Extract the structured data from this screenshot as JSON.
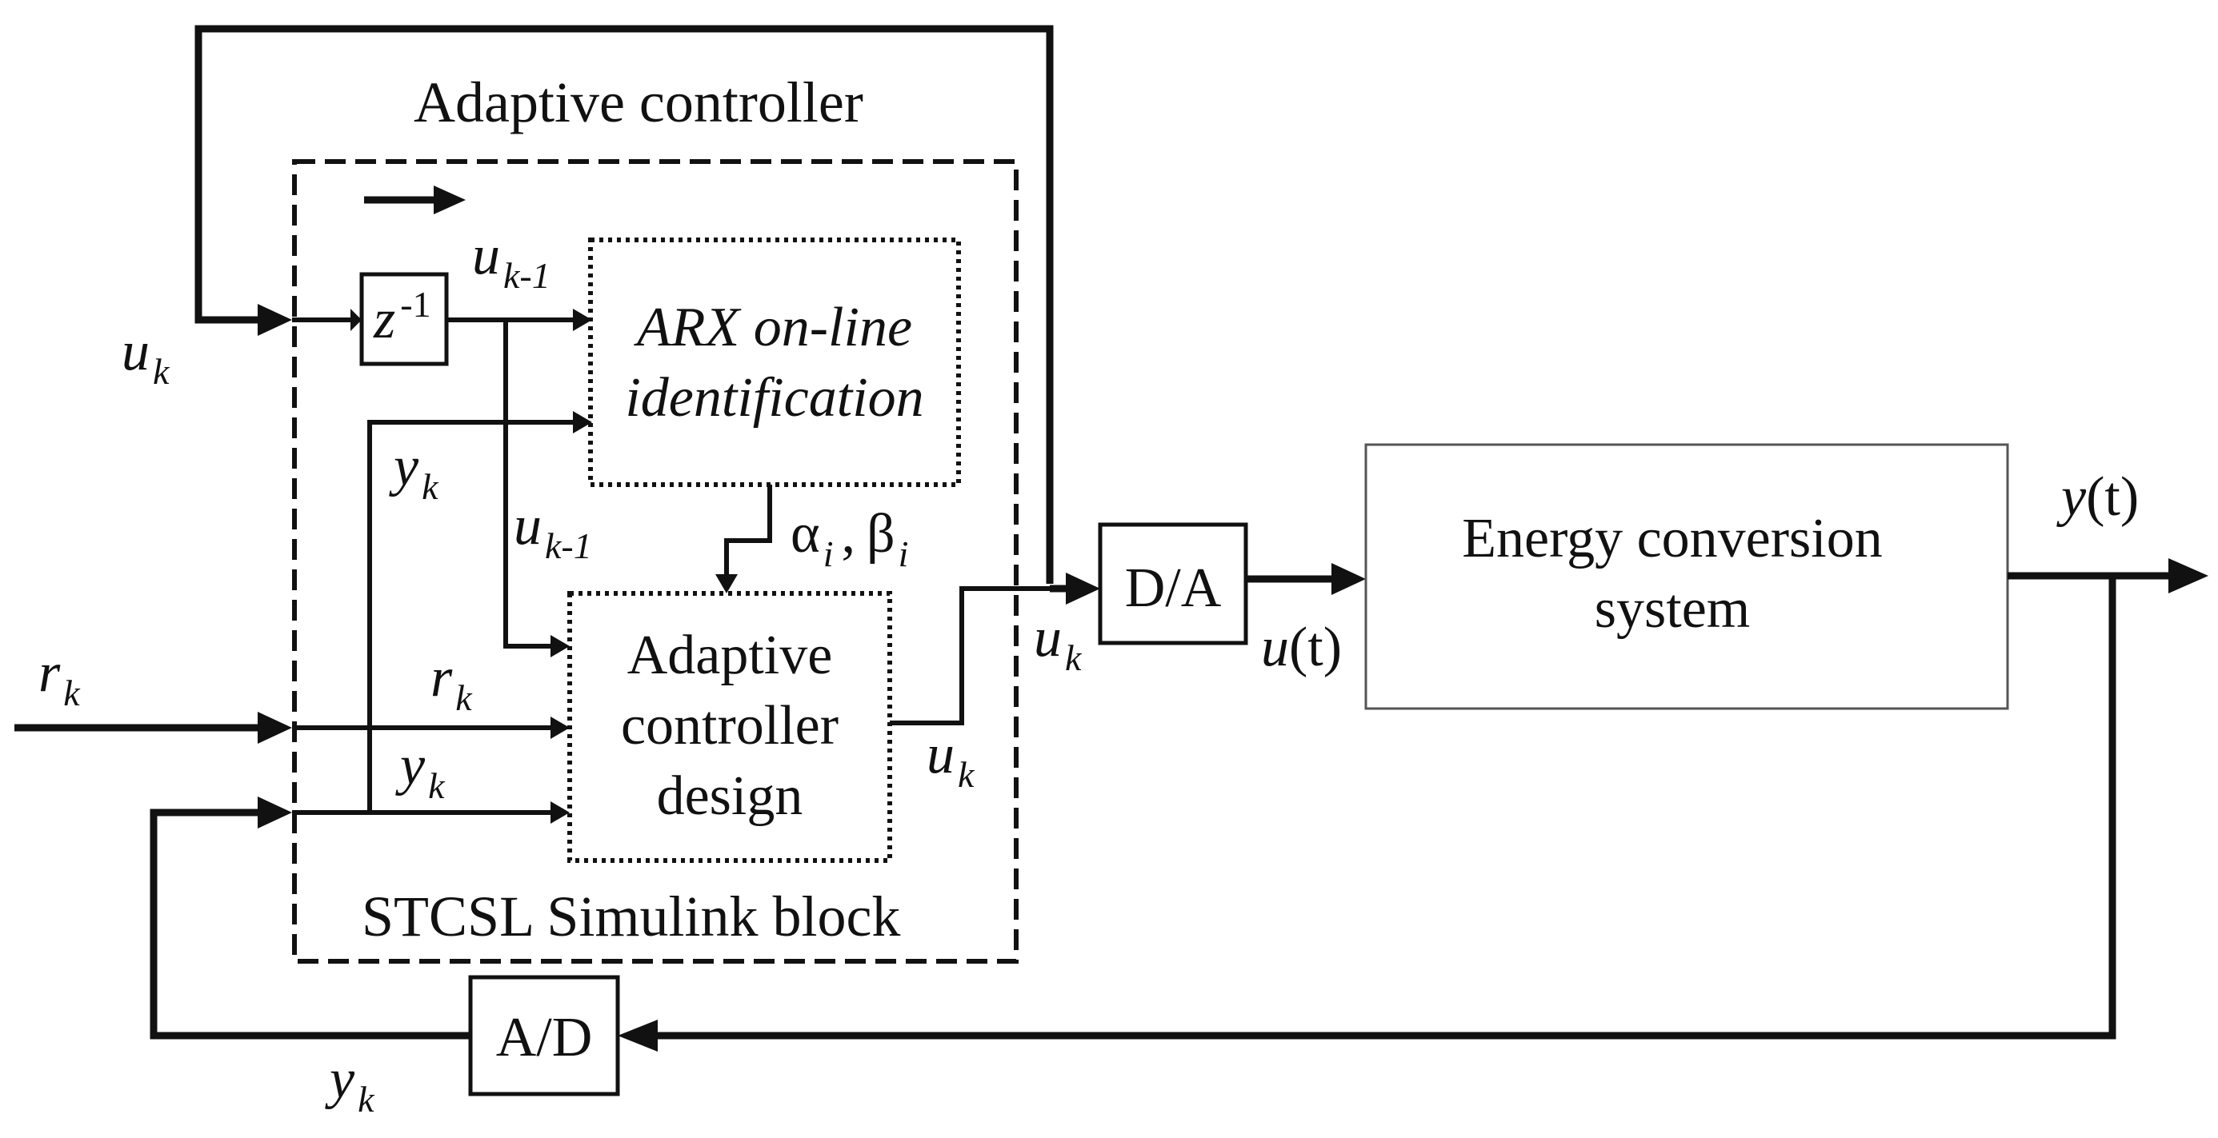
{
  "diagram": {
    "outer_title": "Adaptive controller",
    "inner_title": "STCSL Simulink block",
    "blocks": {
      "delay": {
        "base": "z",
        "exponent": "-1"
      },
      "arx": {
        "line1": "ARX on-line",
        "line2": "identification"
      },
      "controller_design": {
        "line1": "Adaptive",
        "line2": "controller",
        "line3": "design"
      },
      "dac": "D/A",
      "adc": "A/D",
      "plant": {
        "line1": "Energy conversion",
        "line2": "system"
      }
    },
    "signals": {
      "u": "u",
      "y": "y",
      "r": "r",
      "sub_k": "k",
      "sub_k_minus_1": "k-1",
      "alpha": "α",
      "beta": "β",
      "sub_i": "i",
      "comma": ",",
      "paren_t": "(t)"
    }
  }
}
